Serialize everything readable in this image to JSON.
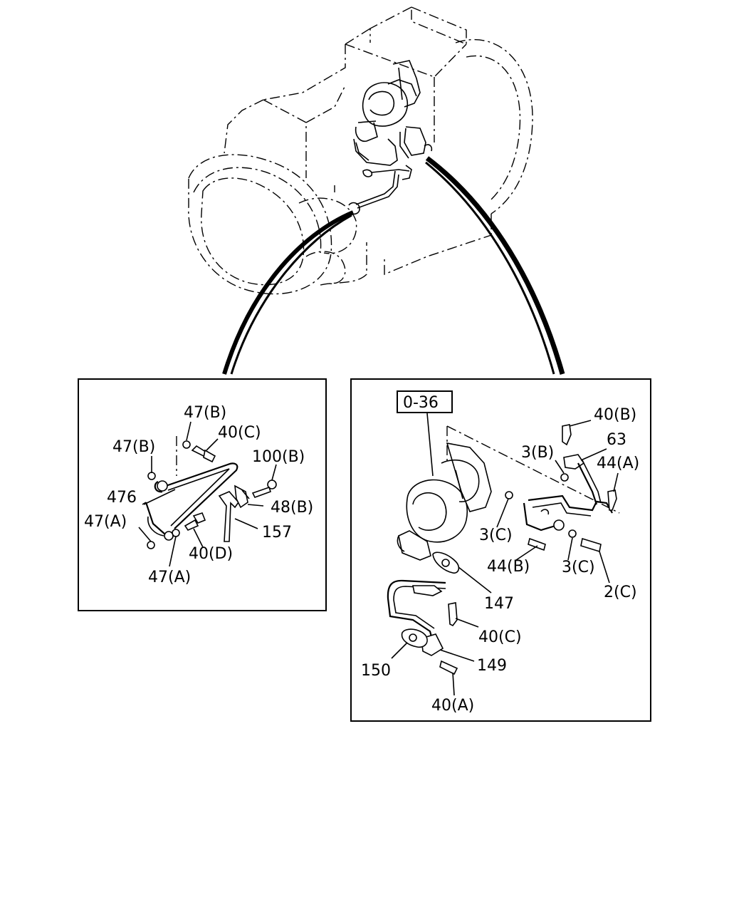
{
  "left_panel": {
    "labels": [
      "47(B)",
      "40(C)",
      "47(B)",
      "100(B)",
      "476",
      "48(B)",
      "47(A)",
      "157",
      "40(D)",
      "47(A)"
    ]
  },
  "right_panel": {
    "ref_box": "0-36",
    "labels": [
      "40(B)",
      "63",
      "3(B)",
      "44(A)",
      "3(C)",
      "44(B)",
      "3(C)",
      "2(C)",
      "147",
      "40(C)",
      "150",
      "149",
      "40(A)"
    ]
  }
}
